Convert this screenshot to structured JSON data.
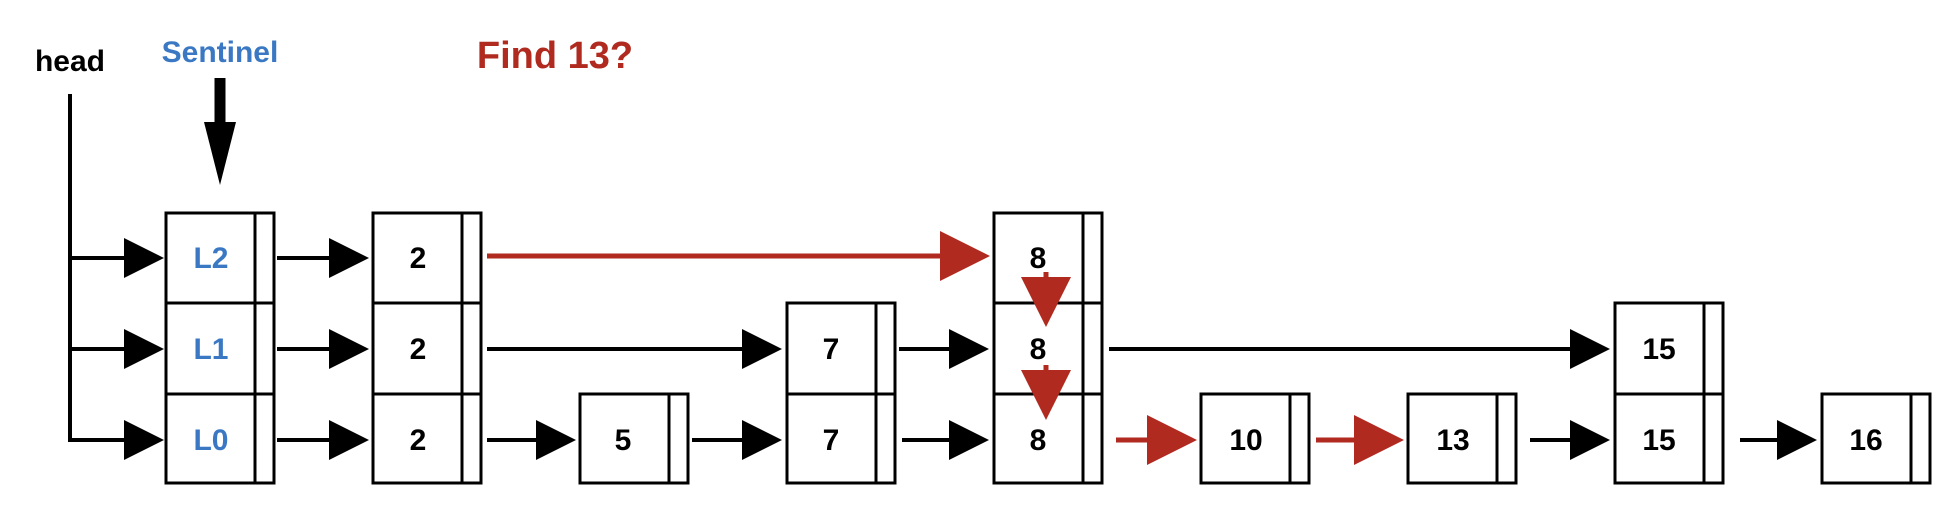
{
  "labels": {
    "head": "head",
    "sentinel": "Sentinel",
    "question": "Find 13?"
  },
  "colors": {
    "black": "#000000",
    "blue": "#3a78c3",
    "red": "#b02a1f"
  },
  "sentinel": [
    "L2",
    "L1",
    "L0"
  ],
  "levels": {
    "L2": [
      "2",
      "8"
    ],
    "L1": [
      "2",
      "7",
      "8",
      "15"
    ],
    "L0": [
      "2",
      "5",
      "7",
      "8",
      "10",
      "13",
      "15",
      "16"
    ]
  },
  "search_path": [
    "L2: 2 → 8",
    "8: L2 → L1",
    "8: L1 → L0",
    "L0: 8 → 10",
    "L0: 10 → 13"
  ]
}
